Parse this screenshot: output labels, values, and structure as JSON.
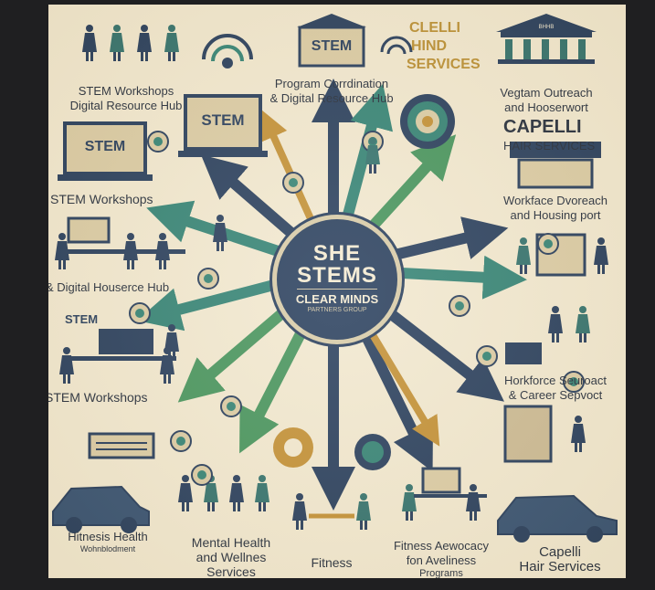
{
  "center": {
    "line1": "SHE",
    "line2": "STEMS",
    "line3": "CLEAR MINDS",
    "line4": "PARTNERS GROUP"
  },
  "labels": {
    "tl_stem_workshops": "STEM Workshops",
    "tl_digital_resource": "Digital Resource Hub",
    "top_program": "Program Corrdination",
    "top_digital": "& Digital Resource Hub",
    "top_clelli": "CLELLI",
    "top_hind": "HIND",
    "top_services": "SERVICES",
    "tr_vegtam": "Vegtam Outreach",
    "tr_housing": "and Hooserwort",
    "tr_capelli": "CAPELLI",
    "tr_hair": "HAIR SERVICES",
    "rm_workface": "Workface Dvoreach",
    "rm_housing": "and Housing port",
    "l_stem_workshops": "STEM Workshops",
    "l_digital": "& Digital Houserce Hub",
    "l_stem_workshops_2": "STEM Workshops",
    "rl_workforce": "Horkforce Seuroact",
    "rl_career": "& Career Sepvoct",
    "b_hitness": "Hitnesis Health",
    "b_hitness_sub": "Wohnblodment",
    "b_mental": "Mental Health",
    "b_wellness": "and Wellnes",
    "b_services": "Services",
    "b_fitness": "Fitness",
    "b_fitness_adv": "Fitness Aewocacy",
    "b_fon": "fon Aveliness",
    "b_programs": "Programs",
    "b_capelli": "Capelli",
    "b_hair": "Hair Services",
    "screen_stem_1": "STEM",
    "screen_stem_2": "STEM",
    "screen_stem_3": "STEM",
    "screen_stem_4": "STEM",
    "bank_sign": "ВHHB"
  },
  "colors": {
    "background": "#f1e7cd",
    "navy": "#1e3555",
    "teal": "#2a7d6e",
    "green": "#3e8f55",
    "gold": "#c08b2c",
    "text": "#1b2433"
  }
}
